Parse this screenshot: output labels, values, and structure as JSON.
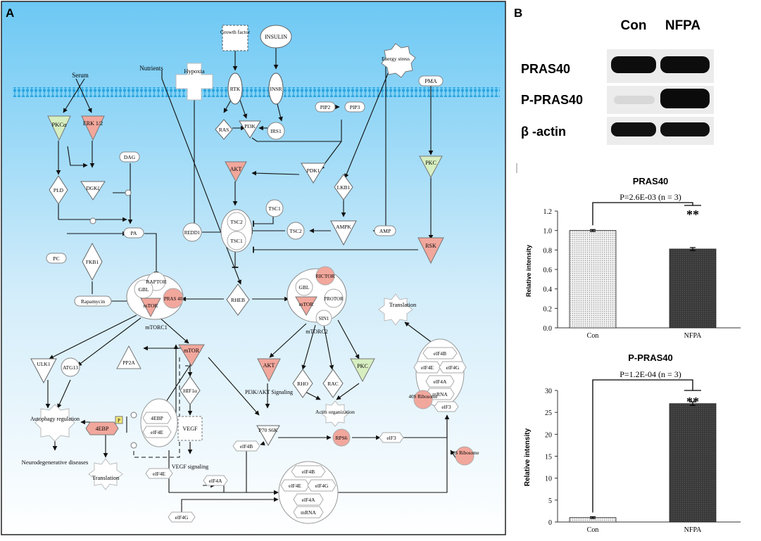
{
  "panel_a": {
    "letter": "A",
    "nodes": {
      "growth_factor": "Growth factor",
      "insulin": "INSULIN",
      "energy_stress": "Energy stress",
      "nutrients": "Nutrients",
      "hypoxia": "Hypoxia",
      "serum": "Serum",
      "pma": "PMA",
      "rtk": "RTK",
      "insr": "INSR",
      "pip2": "PIP2",
      "pip3": "PIP3",
      "ras": "RAS",
      "pi3k": "PI3K",
      "irs1": "IRS1",
      "pkca": "PKCα",
      "erk": "ERK 1/2",
      "dag": "DAG",
      "pld": "PLD",
      "dgkz": "DGKζ",
      "akt_top": "AKT",
      "pdk1": "PDK1",
      "lkb1": "LKB1",
      "pkc_right": "PKC",
      "tsc1_small": "TSC1",
      "tsc2": "TSC2",
      "tsc1": "TSC1",
      "redd1": "REDD1",
      "tsc2_right": "TSC2",
      "ampk": "AMPK",
      "amp": "AMP",
      "rsk": "RSK",
      "pa": "PA",
      "pc": "PC",
      "fkb1": "FKB1",
      "rapamycin": "Rapamycin",
      "raptor": "RAPTOR",
      "gbl": "GBL",
      "mtor": "mTOR",
      "pras40": "PRAS 40",
      "mtorc1": "mTORC1",
      "rheb": "RHEB",
      "rictor": "RICTOR",
      "protor": "PROTOR",
      "sin1": "SIN1",
      "mtorc2": "mTORC2",
      "translation_right": "Translation",
      "ulk1": "ULK1",
      "atg13": "ATG13",
      "pp2a": "PP2A",
      "mtor_mid": "mTOR",
      "akt_mid": "AKT",
      "rho": "RHO",
      "rac": "RAC",
      "pkc_mid": "PKC",
      "autophagy": "Autophagy regulation",
      "p": "P",
      "ebp_left": "4EBP",
      "ebp": "4EBP",
      "elf4e_complex": "elF4E",
      "hif1a": "HIF1α",
      "pi3k_akt": "PI3K/AKT Signaling",
      "actin": "Actin organization",
      "p70": "P70 S6K",
      "rps6": "RPS6",
      "elf3_mid": "elF3",
      "vegf": "VEGF",
      "elf4b_left": "elF4B",
      "neuro": "Neurodegenerative diseases",
      "translation_left": "Translation",
      "elf4e_left": "elF4E",
      "vegf_sig": "VEGF signaling",
      "elf4a_left": "elF4A",
      "elf4g_bottom": "elF4G",
      "ribosome_40s": "40S Ribosome",
      "ribosome_40s_b": "40S Ribosome",
      "elf3_right": "elF3",
      "cx_elf4b": "elF4B",
      "cx_elf4e": "elF4E",
      "cx_elf4g": "elF4G",
      "cx_elf4a": "elF4A",
      "cx_mrna": "mRNA",
      "cb_elf4b": "elF4B",
      "cb_elf4e": "elF4E",
      "cb_elf4g": "elF4G",
      "cb_elf4a": "elF4A",
      "cb_mrna": "mRNA"
    }
  },
  "panel_b": {
    "letter": "B",
    "blot": {
      "columns": [
        "Con",
        "NFPA"
      ],
      "rows": [
        "PRAS40",
        "P-PRAS40",
        "β -actin"
      ]
    },
    "sig_marker": "**"
  },
  "chart_data": [
    {
      "type": "bar",
      "title": "PRAS40",
      "annotation": "P=2.6E-03 (n = 3)",
      "categories": [
        "Con",
        "NFPA"
      ],
      "values": [
        1.0,
        0.81
      ],
      "errors": [
        0.01,
        0.015
      ],
      "ylabel": "Relative intensity",
      "ylim": [
        0,
        1.2
      ],
      "yticks": [
        "0.0",
        "0.2",
        "0.4",
        "0.6",
        "0.8",
        "1.0",
        "1.2"
      ],
      "colors": [
        "#d8d8d8",
        "#3a3a3a"
      ]
    },
    {
      "type": "bar",
      "title": "P-PRAS40",
      "annotation": "P=1.2E-04 (n = 3)",
      "categories": [
        "Con",
        "NFPA"
      ],
      "values": [
        1.0,
        27.0
      ],
      "errors": [
        0.2,
        0.4
      ],
      "ylabel": "Relative intensity",
      "ylim": [
        0,
        30
      ],
      "yticks": [
        "0",
        "5",
        "10",
        "15",
        "20",
        "25",
        "30"
      ],
      "colors": [
        "#d8d8d8",
        "#3a3a3a"
      ]
    }
  ]
}
